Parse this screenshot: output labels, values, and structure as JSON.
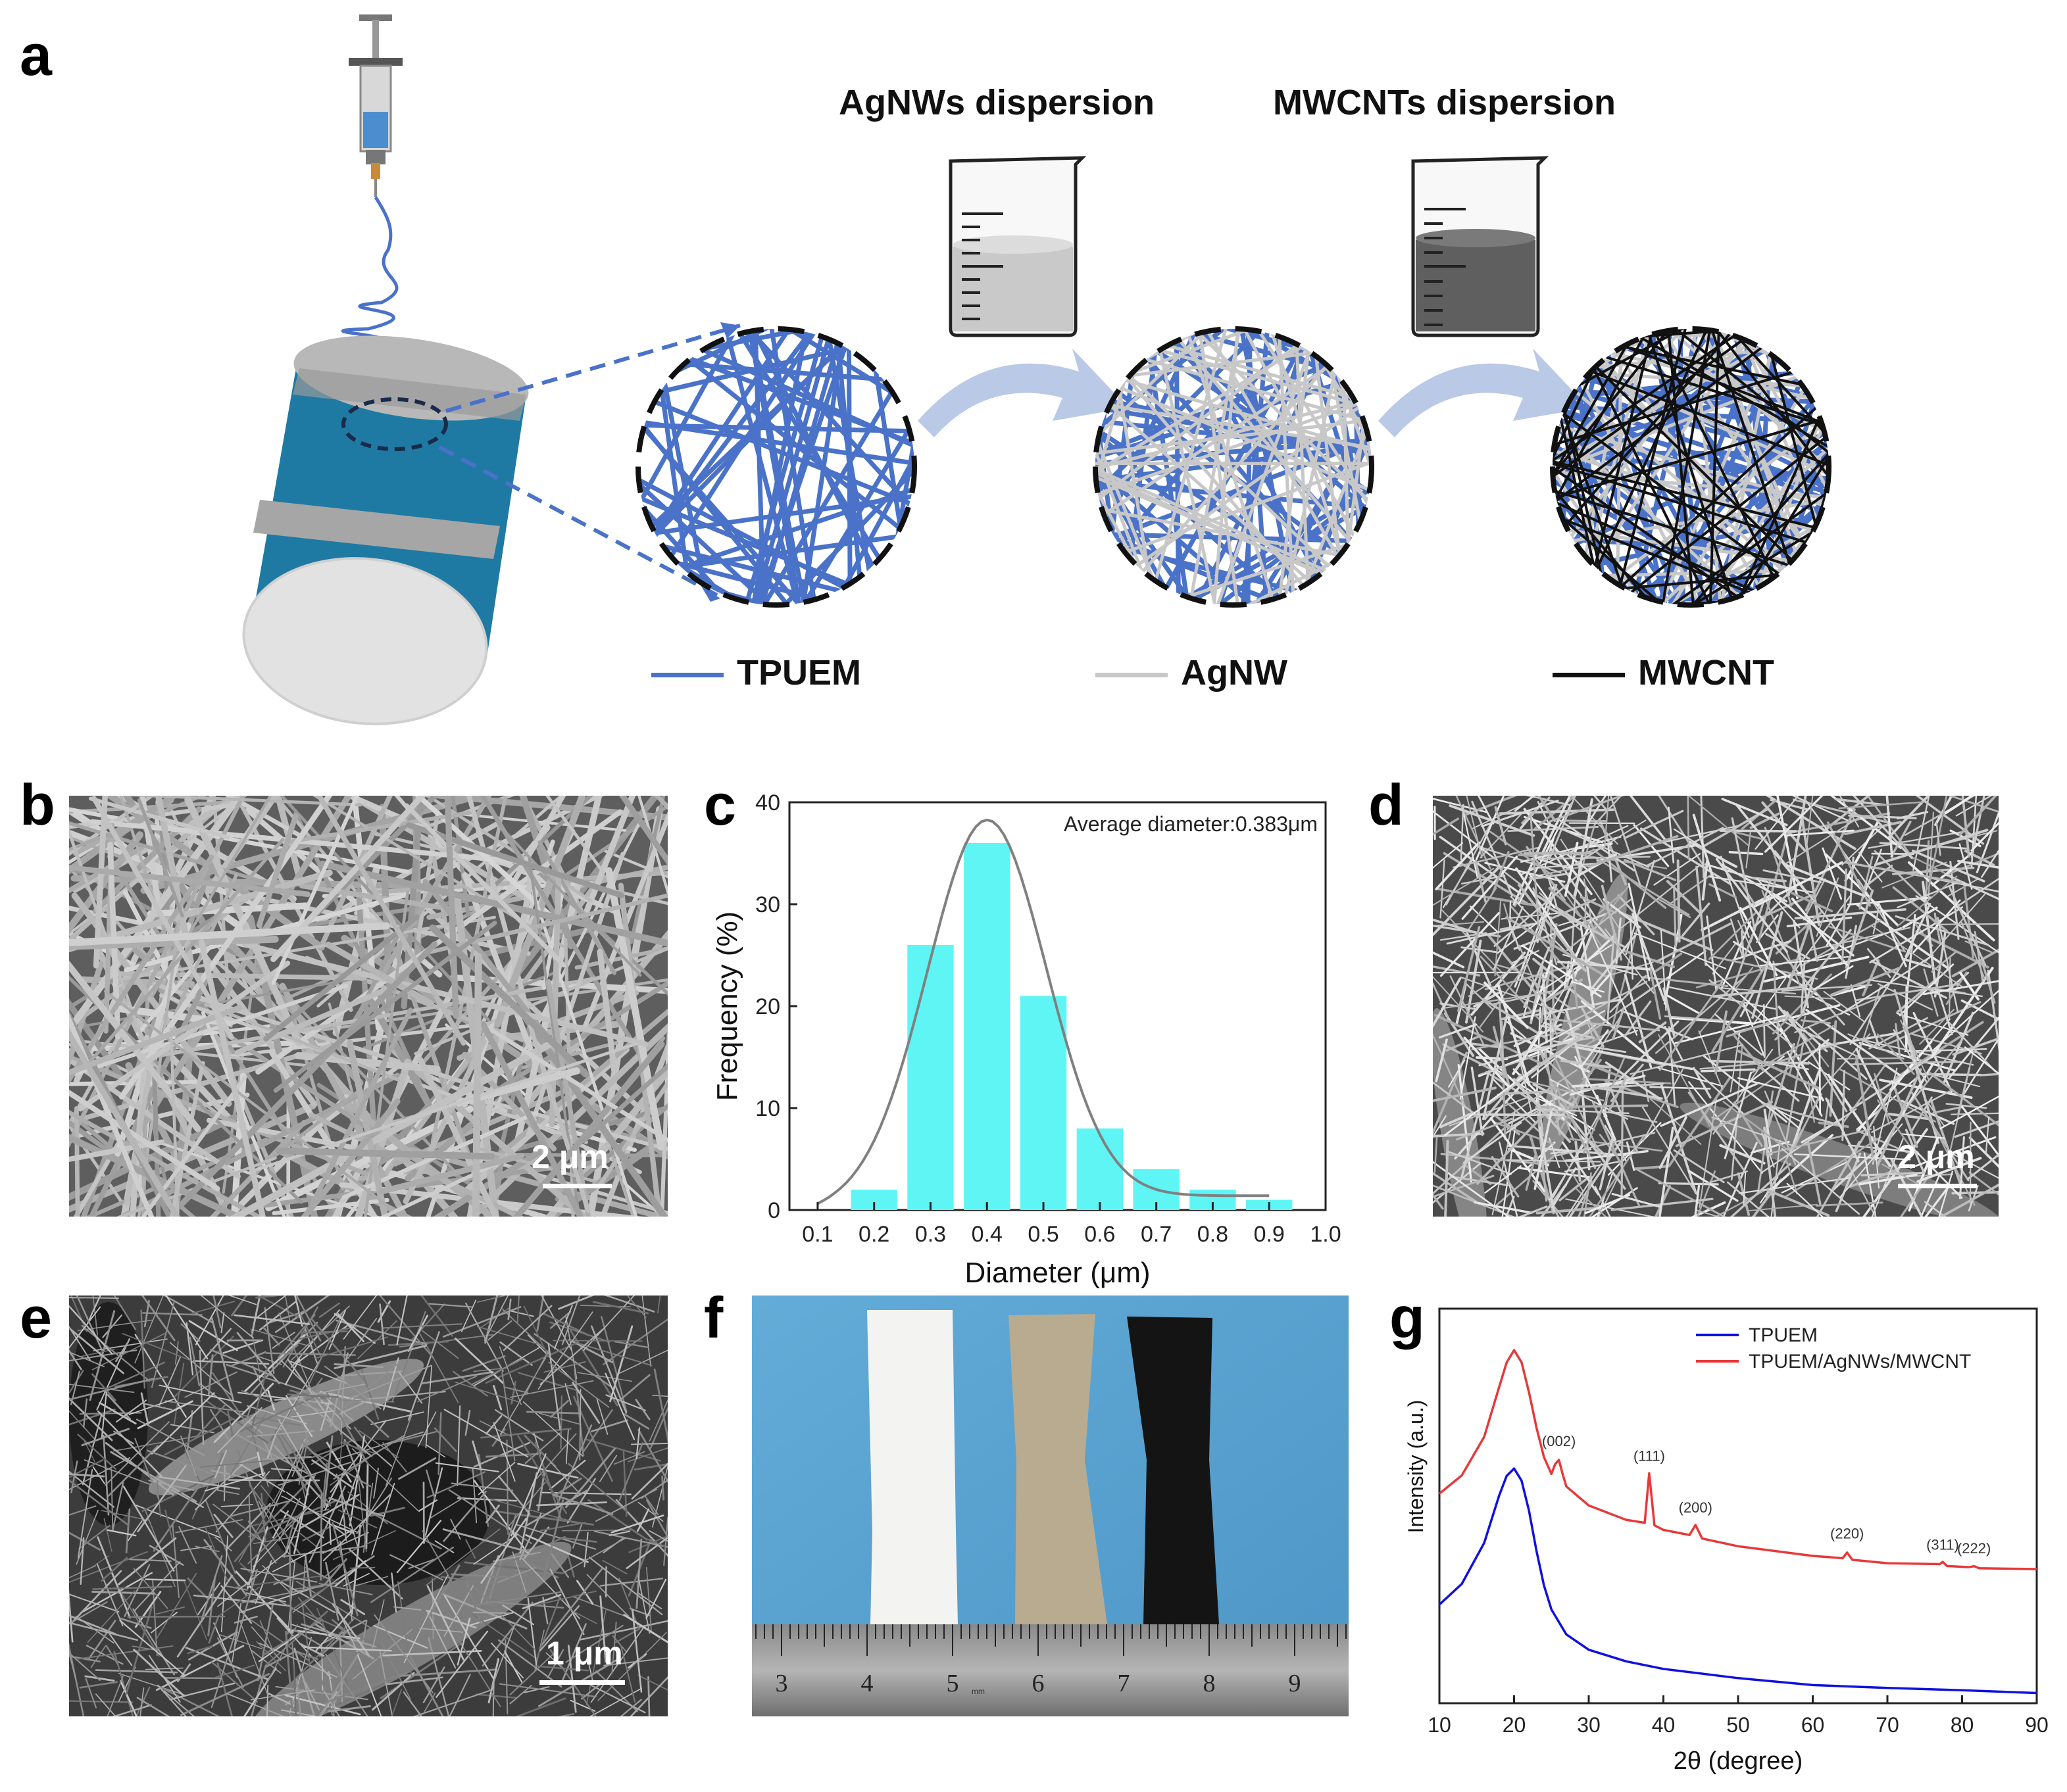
{
  "panels": {
    "a": {
      "letter": "a",
      "dispersion_labels": [
        "AgNWs dispersion",
        "MWCNTs dispersion"
      ],
      "legend": [
        {
          "label": "TPUEM",
          "color": "#4a72c8"
        },
        {
          "label": "AgNW",
          "color": "#c8c8c8"
        },
        {
          "label": "MWCNT",
          "color": "#111111"
        }
      ],
      "colors": {
        "fiber_blue": "#4a72c8",
        "drum_teal": "#1f7aa3",
        "arrow": "#b9c9e6"
      }
    },
    "b": {
      "letter": "b",
      "scale_bar": "2 μm"
    },
    "c": {
      "letter": "c"
    },
    "d": {
      "letter": "d",
      "scale_bar": "2 μm"
    },
    "e": {
      "letter": "e",
      "scale_bar": "1 μm"
    },
    "f": {
      "letter": "f",
      "ruler_ticks": [
        "3",
        "4",
        "5",
        "6",
        "7",
        "8",
        "9"
      ],
      "ruler_unit": "mm"
    },
    "g": {
      "letter": "g"
    }
  },
  "chart_data": [
    {
      "panel": "c",
      "type": "bar",
      "categories": [
        "0.2",
        "0.3",
        "0.4",
        "0.5",
        "0.6",
        "0.7",
        "0.8",
        "0.9"
      ],
      "x": [
        0.2,
        0.3,
        0.4,
        0.5,
        0.6,
        0.7,
        0.8,
        0.9
      ],
      "values": [
        2,
        26,
        36,
        21,
        8,
        4,
        2,
        1
      ],
      "fit_curve": {
        "type": "gaussian",
        "peak_x": 0.4,
        "peak_y": 37,
        "color": "#808080"
      },
      "bar_color": "#5ff5f5",
      "annotation": "Average diameter:0.383μm",
      "xlabel": "Diameter (μm)",
      "ylabel": "Frequency (%)",
      "xlim": [
        0.05,
        1.0
      ],
      "ylim": [
        0,
        40
      ],
      "xticks": [
        "0.1",
        "0.2",
        "0.3",
        "0.4",
        "0.5",
        "0.6",
        "0.7",
        "0.8",
        "0.9",
        "1.0"
      ],
      "yticks": [
        "0",
        "10",
        "20",
        "30",
        "40"
      ],
      "grid": false
    },
    {
      "panel": "g",
      "type": "line",
      "xlabel": "2θ (degree)",
      "ylabel": "Intensity (a.u.)",
      "xlim": [
        10,
        90
      ],
      "xticks": [
        "10",
        "20",
        "30",
        "40",
        "50",
        "60",
        "70",
        "80",
        "90"
      ],
      "y_axis_ticks_shown": false,
      "legend_position": "top-right",
      "series": [
        {
          "name": "TPUEM",
          "color": "#1010e0",
          "x": [
            10,
            13,
            16,
            18,
            19,
            20,
            21,
            22,
            23,
            24,
            25,
            27,
            30,
            35,
            40,
            50,
            60,
            70,
            80,
            90
          ],
          "y": [
            0.4,
            0.48,
            0.65,
            0.84,
            0.92,
            0.95,
            0.9,
            0.78,
            0.62,
            0.48,
            0.38,
            0.28,
            0.22,
            0.17,
            0.14,
            0.1,
            0.07,
            0.06,
            0.05,
            0.04
          ]
        },
        {
          "name": "TPUEM/AgNWs/MWCNT",
          "color": "#e83838",
          "x": [
            10,
            13,
            16,
            18,
            19,
            20,
            21,
            22,
            23,
            24,
            25,
            25.5,
            26,
            26.5,
            27,
            30,
            35,
            37.5,
            38.1,
            38.8,
            40,
            43.5,
            44.3,
            45.2,
            50,
            60,
            64,
            64.6,
            65.3,
            70,
            77,
            77.4,
            78,
            81,
            81.6,
            82.3,
            90
          ],
          "y": [
            0.85,
            0.92,
            1.08,
            1.28,
            1.38,
            1.43,
            1.38,
            1.26,
            1.12,
            1.0,
            0.93,
            0.97,
            0.99,
            0.93,
            0.88,
            0.8,
            0.74,
            0.73,
            0.93,
            0.72,
            0.7,
            0.68,
            0.72,
            0.67,
            0.64,
            0.6,
            0.59,
            0.615,
            0.585,
            0.57,
            0.56,
            0.57,
            0.555,
            0.55,
            0.555,
            0.545,
            0.54
          ]
        }
      ],
      "peak_labels": [
        {
          "label": "(002)",
          "x": 26
        },
        {
          "label": "(111)",
          "x": 38.1
        },
        {
          "label": "(200)",
          "x": 44.3
        },
        {
          "label": "(220)",
          "x": 64.6
        },
        {
          "label": "(311)",
          "x": 77.4
        },
        {
          "label": "(222)",
          "x": 81.6
        }
      ]
    }
  ]
}
